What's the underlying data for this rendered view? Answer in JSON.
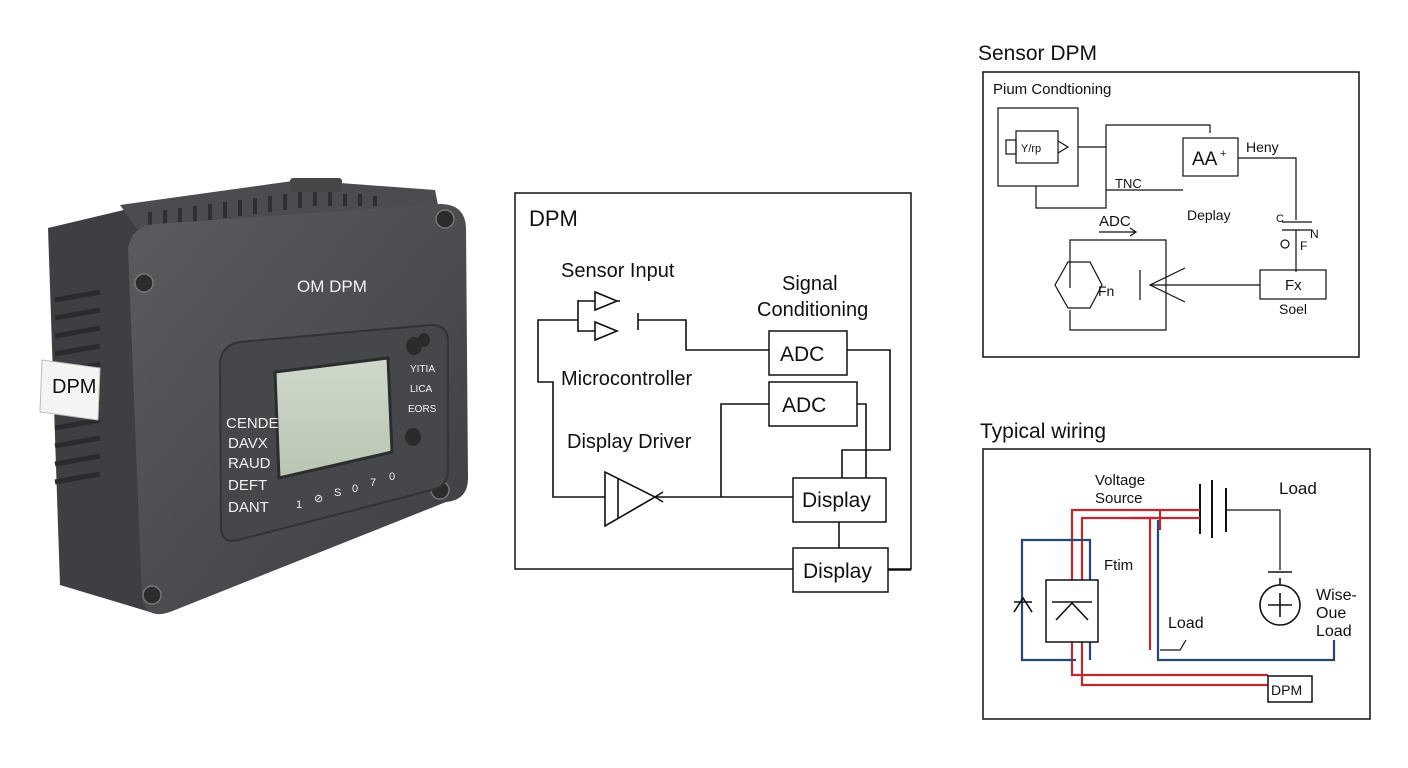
{
  "device": {
    "brand": "OM DPM",
    "side_label": "DPM",
    "left_labels": [
      "CENDE",
      "DAVX",
      "RAUD",
      "DEFT",
      "DANT"
    ],
    "right_labels": [
      "YITIA",
      "LICA",
      "EORS"
    ],
    "digit_labels": [
      "1",
      "⊘",
      "S",
      "0",
      "7",
      "0"
    ],
    "colors": {
      "body": "#4e5053",
      "body_dark": "#3a3c3f",
      "lcd": "#c6d2c0"
    }
  },
  "block_diagram": {
    "title": "DPM",
    "sensor_input": "Sensor Input",
    "signal_conditioning_1": "Signal",
    "signal_conditioning_2": "Conditioning",
    "adc_1": "ADC",
    "adc_2": "ADC",
    "microcontroller": "Microcontroller",
    "display_driver": "Display Driver",
    "display_1": "Display",
    "display_2": "Display"
  },
  "sensor_panel": {
    "title": "Sensor DPM",
    "section": "Pium Condtioning",
    "block_1": "Y/rp",
    "amp": "AA",
    "amp_sup": "+",
    "heny": "Heny",
    "tnc": "TNC",
    "adc": "ADC",
    "deplay": "Deplay",
    "cap_c": "C",
    "cap_n": "N",
    "cap_f": "F",
    "fn_label": "Fn",
    "fx_box": "Fx",
    "soel": "Soel"
  },
  "wiring_panel": {
    "title": "Typical wiring",
    "voltage_1": "Voltage",
    "voltage_2": "Source",
    "load_top": "Load",
    "ftim": "Ftim",
    "load_mid": "Load",
    "wise_1": "Wise-",
    "wise_2": "Oue",
    "wise_3": "Load",
    "dpm_box": "DPM",
    "colors": {
      "red": "#c4262e",
      "blue": "#25477a"
    }
  }
}
